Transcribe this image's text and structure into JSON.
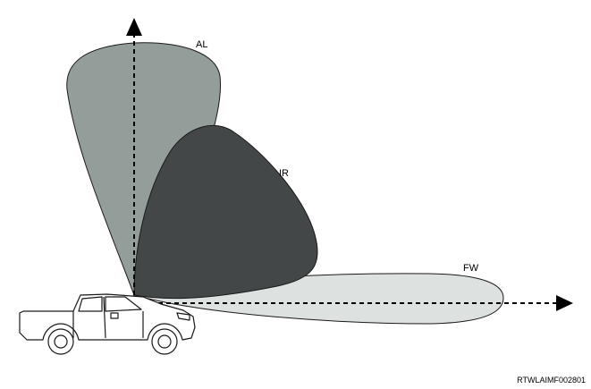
{
  "labels": {
    "al": "AL",
    "ir": "IR",
    "fw": "FW"
  },
  "figure_code": "RTWLAIMF002801",
  "colors": {
    "al_lobe": "#939e9a",
    "ir_lobe": "#434748",
    "fw_lobe": "#dde1e0",
    "outline": "#1a1a1a",
    "axis": "#000000"
  }
}
